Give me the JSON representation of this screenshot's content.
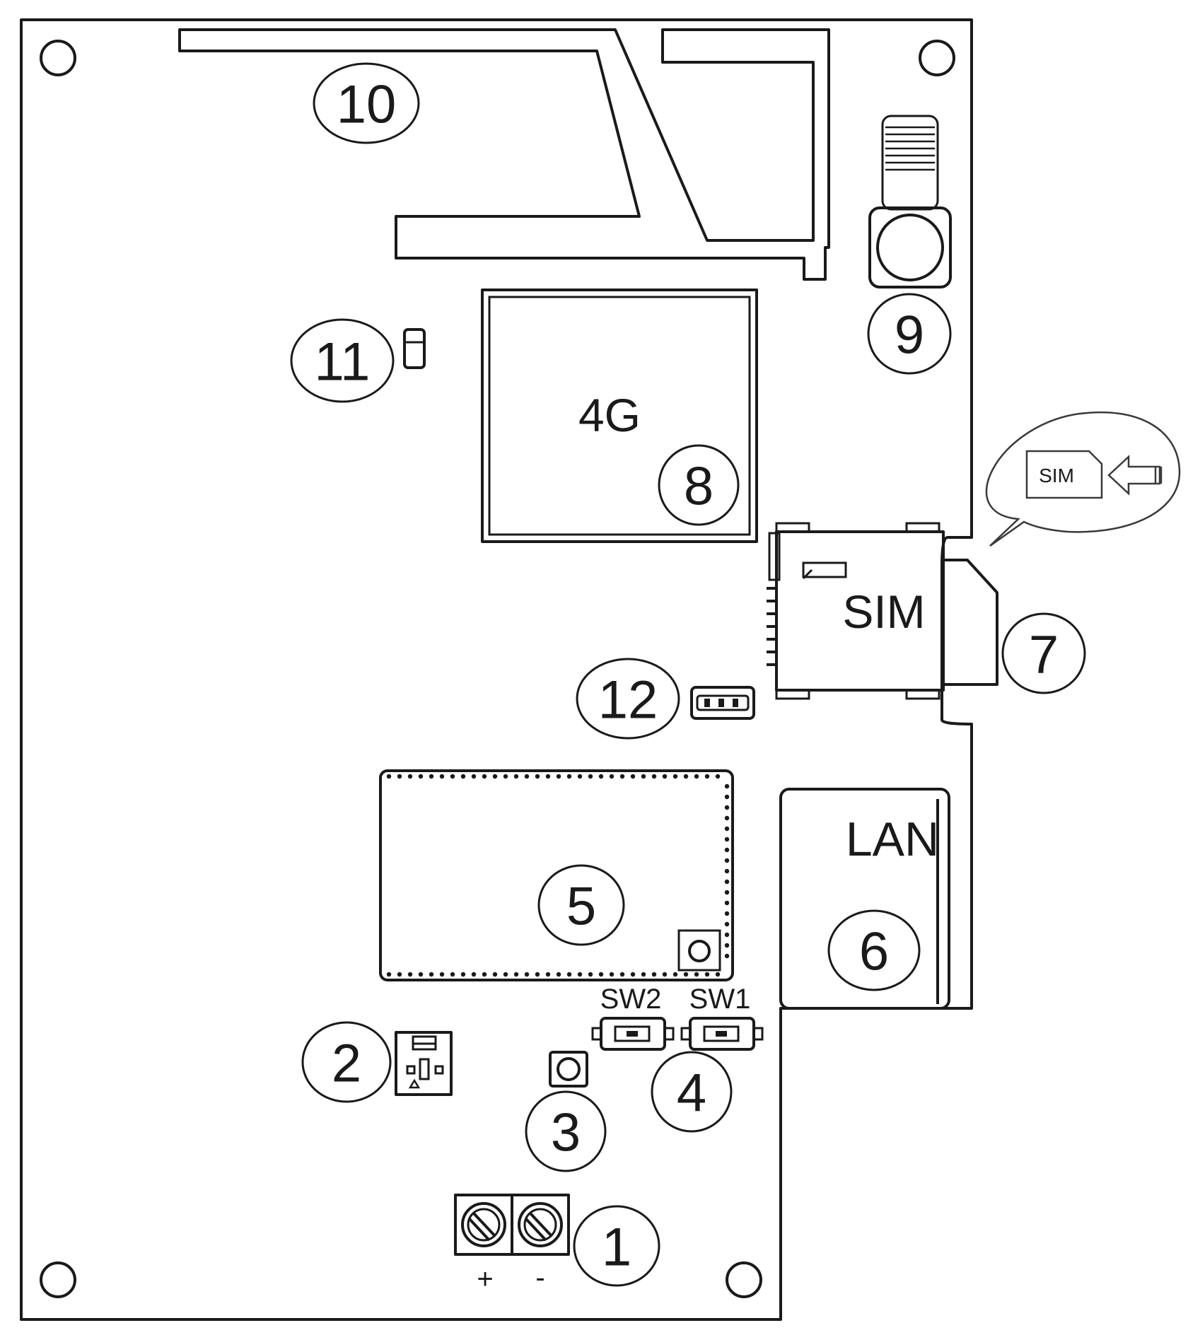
{
  "callouts": [
    "1",
    "2",
    "3",
    "4",
    "5",
    "6",
    "7",
    "8",
    "9",
    "10",
    "11",
    "12"
  ],
  "labels": {
    "module_4g": "4G",
    "sim_slot": "SIM",
    "sim_card": "SIM",
    "lan_port": "LAN",
    "sw1": "SW1",
    "sw2": "SW2",
    "terminal_plus": "+",
    "terminal_minus": "-"
  }
}
